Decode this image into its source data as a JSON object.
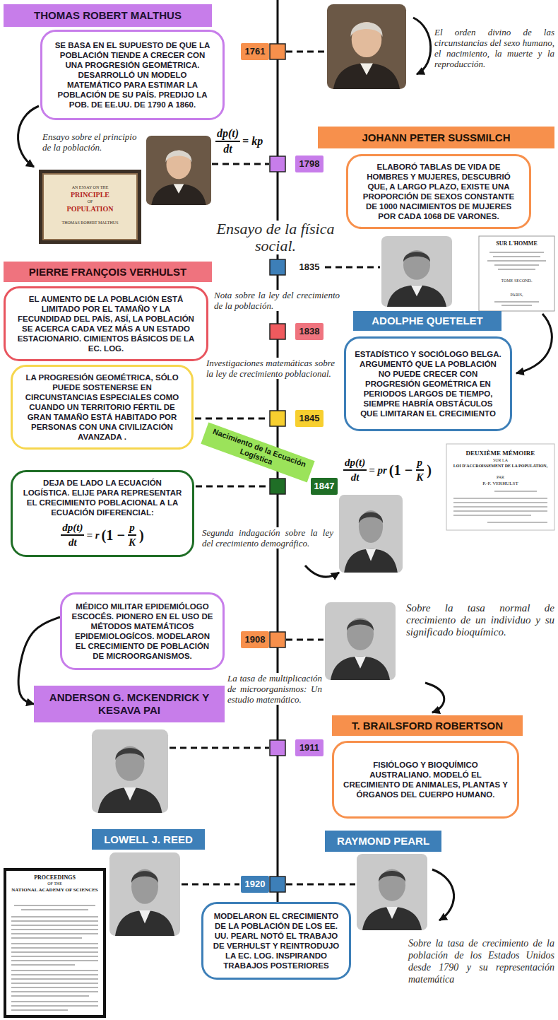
{
  "diagram": {
    "nodes": [
      {
        "text": [
          "THOMAS ROBERT MALTHUS"
        ]
      },
      {
        "text": [
          "SE BASA EN EL SUPUESTO DE QUE LA POBLACIÓN TIENDE A CRECER CON UNA PROGRESIÓN GEOMÉTRICA. DESARROLLÓ UN MODELO MATEMÁTICO PARA ESTIMAR LA POBLACIÓN DE SU PAÍS. PREDIJO LA POB. DE EE.UU. DE 1790 A 1860."
        ]
      },
      {
        "text": [
          "1761"
        ]
      },
      {
        "text": [
          "JOHANN PETER SUSSMILCH"
        ]
      },
      {
        "text": [
          "ELABORÓ TABLAS DE VIDA DE HOMBRES Y MUJERES, DESCUBRIÓ QUE, A LARGO PLAZO, EXISTE UNA PROPORCIÓN DE SEXOS CONSTANTE DE 1000 NACIMIENTOS DE MUJERES POR CADA 1068 DE VARONES."
        ]
      },
      {
        "text": [
          "1798"
        ]
      },
      {
        "text": [
          "1835"
        ]
      },
      {
        "text": [
          "PIERRE FRANÇOIS VERHULST"
        ]
      },
      {
        "text": [
          "EL AUMENTO DE LA POBLACIÓN ESTÁ LIMITADO POR EL TAMAÑO Y LA FECUNDIDAD DEL PAÍS, ASÍ, LA POBLACIÓN SE ACERCA CADA VEZ MÁS A UN ESTADO ESTACIONARIO. CIMIENTOS BÁSICOS DE LA EC. LOG."
        ]
      },
      {
        "text": [
          "ADOLPHE QUETELET"
        ]
      },
      {
        "text": [
          "1838"
        ]
      },
      {
        "text": [
          "ESTADÍSTICO Y SOCIÓLOGO BELGA. ARGUMENTÓ QUE LA POBLACIÓN NO PUEDE CRECER CON PROGRESIÓN GEOMÉTRICA EN PERIODOS LARGOS DE TIEMPO, SIEMPRE HABRÍA OBSTÁCULOS QUE LIMITARAN EL CRECIMIENTO"
        ]
      },
      {
        "text": [
          "LA PROGRESIÓN GEOMÉTRICA, SÓLO PUEDE SOSTENERSE EN CIRCUNSTANCIAS ESPECIALES COMO CUANDO UN TERRITORIO FÉRTIL DE GRAN TAMAÑO ESTÁ HABITADO POR PERSONAS CON UNA CIVILIZACIÓN AVANZADA ."
        ]
      },
      {
        "text": [
          "1845"
        ]
      },
      {
        "text": [
          "Nacimiento de la Ecuación Logística"
        ]
      },
      {
        "text": [
          "DEJA DE LADO LA ECUACIÓN LOGÍSTICA. ELIJE PARA REPRESENTAR EL CRECIMIENTO POBLACIONAL A LA ECUACIÓN DIFERENCIAL:",
          "dp(t)",
          "dt",
          "= r",
          "(1 −",
          "p",
          "K",
          ")"
        ]
      },
      {
        "text": [
          "1847"
        ]
      },
      {
        "text": [
          "MÉDICO MILITAR EPIDEMIÓLOGO ESCOCÉS. PIONERO EN EL USO DE MÉTODOS MATEMÁTICOS EPIDEMIOLOGÍCOS. MODELARON EL CRECIMIENTO DE POBLACIÓN DE MICROORGANISMOS."
        ]
      },
      {
        "text": [
          "1908"
        ]
      },
      {
        "text": [
          "ANDERSON G. MCKENDRICK Y KESAVA PAI"
        ]
      },
      {
        "text": [
          "T. BRAILSFORD ROBERTSON"
        ]
      },
      {
        "text": [
          "FISIÓLOGO Y BIOQUÍMICO AUSTRALIANO. MODELÓ EL CRECIMIENTO DE ANIMALES, PLANTAS Y ÓRGANOS DEL CUERPO HUMANO."
        ]
      },
      {
        "text": [
          "1911"
        ]
      },
      {
        "text": [
          "LOWELL J. REED"
        ]
      },
      {
        "text": [
          "RAYMOND PEARL"
        ]
      },
      {
        "text": [
          "1920"
        ]
      },
      {
        "text": [
          "MODELARON EL CRECIMIENTO DE LA POBLACIÓN DE LOS EE. UU. PEARL NOTÓ EL TRABAJO DE VERHULST Y REINTRODUJO LA EC. LOG. INSPIRANDO TRABAJOS POSTERIORES"
        ]
      }
    ],
    "edges": [
      {
        "from": 17,
        "to": 19,
        "arrow": "to"
      }
    ],
    "labels": [
      "El orden divino de las circunstancias del sexo humano, el nacimiento, la muerte y la reproducción.",
      "dp(t)",
      "dt",
      "= kp",
      "Ensayo sobre el principio de la población.",
      "AN ESSAY ON THE",
      "PRINCIPLE",
      "OF",
      "POPULATION",
      "THOMAS ROBERT MALTHUS",
      "Ensayo de la física social.",
      "SUR L'HOMME",
      "TOME SECOND.",
      "PARIS,",
      "Nota sobre la ley del crecimiento de la población.",
      "Investigaciones matemáticas sobre la ley de crecimiento poblacional.",
      "dp(t)",
      "dt",
      "= pr",
      "(1 −",
      "p",
      "K",
      ")",
      "DEUXIÈME MÉMOIRE",
      "SUR LA",
      "LOI D'ACCROISSEMENT DE LA POPULATION,",
      "PAR",
      "P.-F. VERHULST",
      "Segunda indagación sobre la ley del crecimiento demográfico.",
      "Sobre la tasa normal de crecimiento de un individuo y su significado bioquímico.",
      "La tasa de multiplicación de microorganismos: Un estudio matemático.",
      "PROCEEDINGS",
      "OF THE",
      "NATIONAL ACADEMY OF SCIENCES",
      "Sobre la tasa de crecimiento de la población de los Estados Unidos desde 1790 y su representación matemática"
    ]
  }
}
